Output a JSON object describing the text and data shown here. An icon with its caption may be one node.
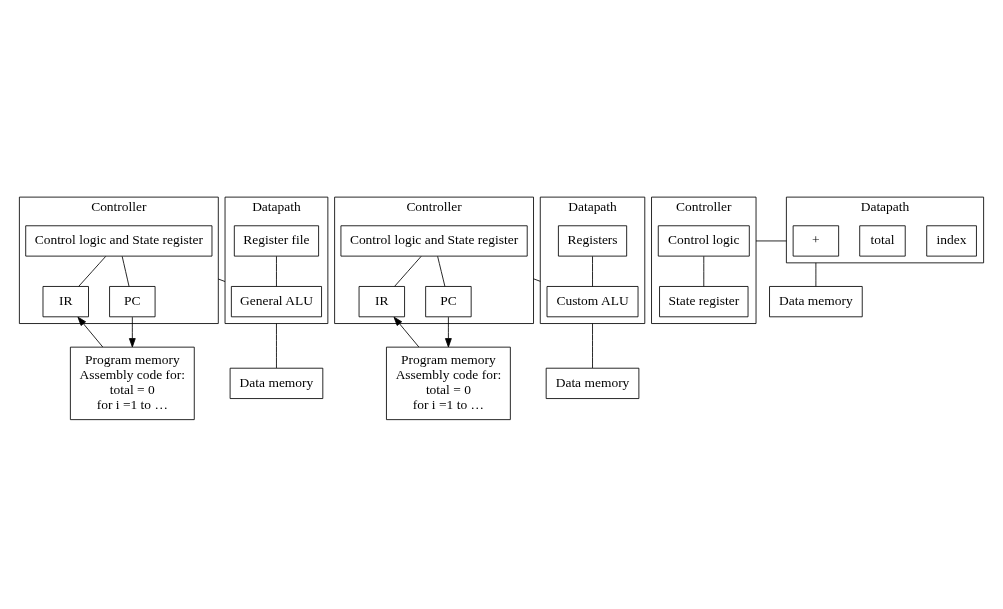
{
  "diagram": {
    "nodes": [
      {
        "text": [
          "Controller"
        ]
      },
      {
        "text": [
          "Control logic and State register"
        ],
        "in": 0
      },
      {
        "text": [
          "IR"
        ],
        "in": 0
      },
      {
        "text": [
          "PC"
        ],
        "in": 0
      },
      {
        "text": [
          "Datapath"
        ]
      },
      {
        "text": [
          "Register file"
        ],
        "in": 4
      },
      {
        "text": [
          "General ALU"
        ],
        "in": 4
      },
      {
        "text": [
          "Program memory",
          "Assembly code for:",
          "total = 0",
          "for i =1 to …"
        ]
      },
      {
        "text": [
          "Data memory"
        ]
      },
      {
        "text": [
          "Controller"
        ]
      },
      {
        "text": [
          "Control logic and State register"
        ],
        "in": 9
      },
      {
        "text": [
          "IR"
        ],
        "in": 9
      },
      {
        "text": [
          "PC"
        ],
        "in": 9
      },
      {
        "text": [
          "Datapath"
        ]
      },
      {
        "text": [
          "Registers"
        ],
        "in": 13
      },
      {
        "text": [
          "Custom ALU"
        ],
        "in": 13
      },
      {
        "text": [
          "Program memory",
          "Assembly code for:",
          "total = 0",
          "for i =1 to …"
        ]
      },
      {
        "text": [
          "Data memory"
        ]
      },
      {
        "text": [
          "Controller"
        ]
      },
      {
        "text": [
          "Control logic"
        ],
        "in": 18
      },
      {
        "text": [
          "State register"
        ],
        "in": 18
      },
      {
        "text": [
          "Datapath"
        ]
      },
      {
        "text": [
          "index"
        ],
        "in": 21
      },
      {
        "text": [
          "total"
        ],
        "in": 21
      },
      {
        "text": [
          "+"
        ],
        "in": 21
      },
      {
        "text": [
          "Data memory"
        ]
      }
    ],
    "edges": [
      {
        "from": 1,
        "to": 2,
        "arrow": "none"
      },
      {
        "from": 1,
        "to": 3,
        "arrow": "none"
      },
      {
        "from": 7,
        "to": 2,
        "arrow": "to"
      },
      {
        "from": 3,
        "to": 7,
        "arrow": "to"
      },
      {
        "from": 0,
        "to": 4,
        "arrow": "none"
      },
      {
        "from": 5,
        "to": 6,
        "arrow": "none"
      },
      {
        "from": 4,
        "to": 8,
        "arrow": "none"
      },
      {
        "from": 10,
        "to": 11,
        "arrow": "none"
      },
      {
        "from": 10,
        "to": 12,
        "arrow": "none"
      },
      {
        "from": 16,
        "to": 11,
        "arrow": "to"
      },
      {
        "from": 12,
        "to": 16,
        "arrow": "to"
      },
      {
        "from": 9,
        "to": 13,
        "arrow": "none"
      },
      {
        "from": 14,
        "to": 15,
        "arrow": "none"
      },
      {
        "from": 13,
        "to": 17,
        "arrow": "none"
      },
      {
        "from": 19,
        "to": 20,
        "arrow": "none"
      },
      {
        "from": 18,
        "to": 21,
        "arrow": "none"
      },
      {
        "from": 21,
        "to": 25,
        "arrow": "none"
      }
    ]
  }
}
